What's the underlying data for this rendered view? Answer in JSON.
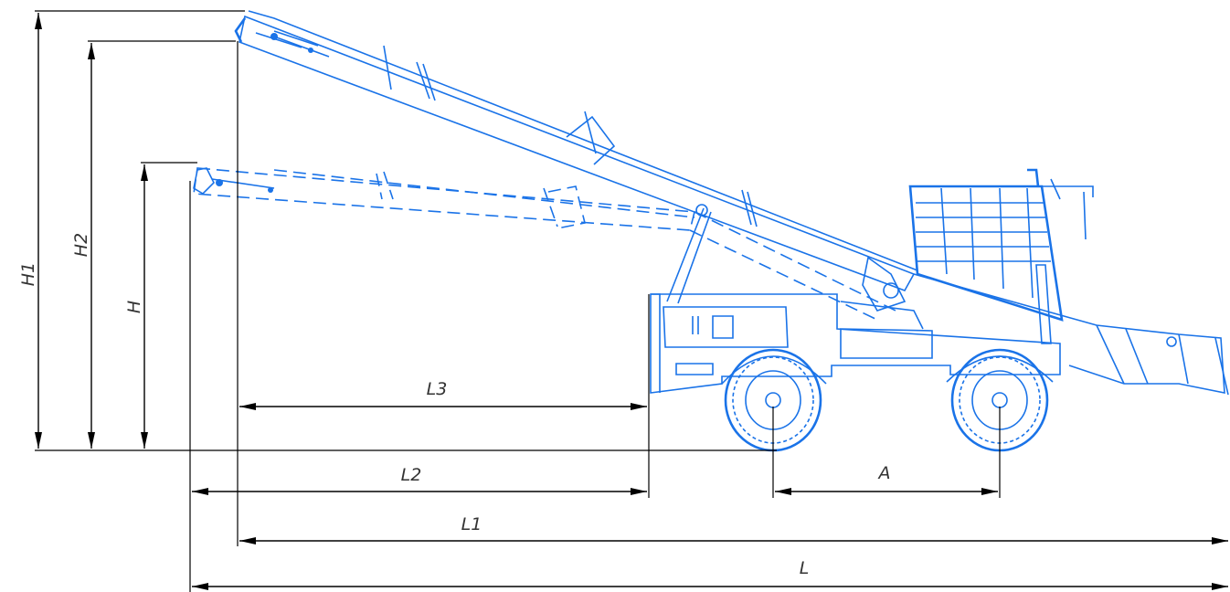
{
  "drawing": {
    "line_color": "#000000",
    "machine_color": "#1a73e8",
    "label_color": "#333333"
  },
  "dimensions": {
    "H1": "H1",
    "H2": "H2",
    "H": "H",
    "L3": "L3",
    "L2": "L2",
    "L1": "L1",
    "L": "L",
    "A": "A"
  }
}
